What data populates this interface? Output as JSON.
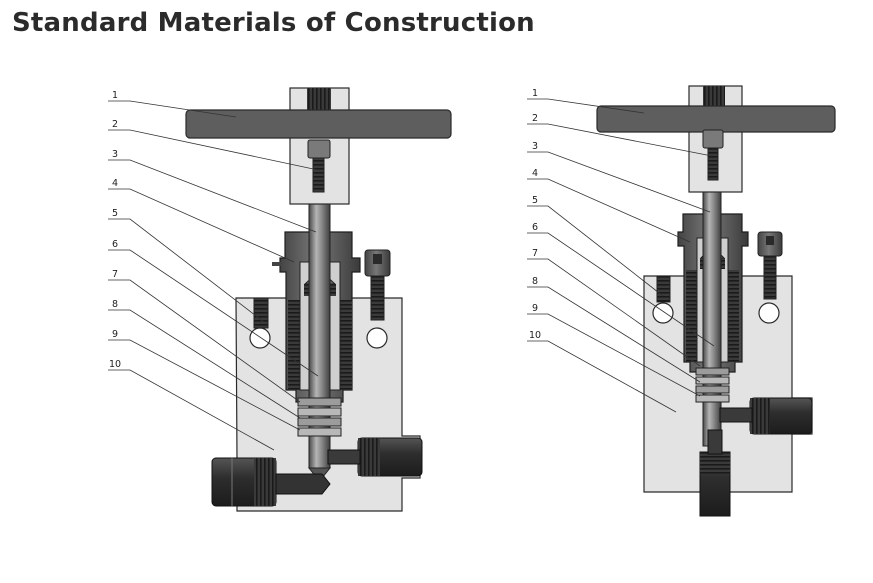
{
  "title": "Standard Materials of Construction",
  "left_valve": {
    "callouts": [
      "1",
      "2",
      "3",
      "4",
      "5",
      "6",
      "7",
      "8",
      "9",
      "10"
    ]
  },
  "right_valve": {
    "callouts": [
      "1",
      "2",
      "3",
      "4",
      "5",
      "6",
      "7",
      "8",
      "9",
      "10"
    ]
  },
  "colors": {
    "body": "#e4e4e4",
    "metal_dark": "#5c5c5c",
    "metal_mid": "#8a8a8a",
    "metal_light": "#c2c2c2",
    "outline": "#2a2a2a",
    "leader": "#333333"
  }
}
